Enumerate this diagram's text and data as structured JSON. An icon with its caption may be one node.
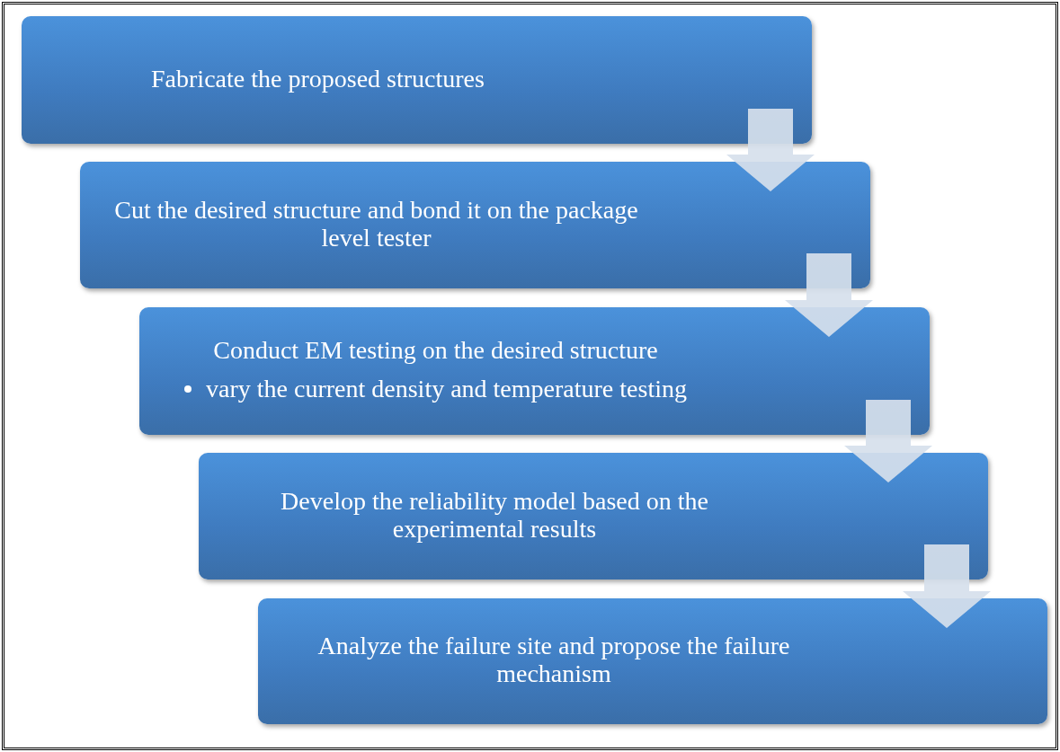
{
  "diagram": {
    "nodes": [
      {
        "text": [
          "Fabricate the proposed structures"
        ]
      },
      {
        "text": [
          "Cut the desired structure and bond it on the package level tester"
        ]
      },
      {
        "text": [
          "Conduct EM testing on the desired structure",
          "vary the current density and temperature testing"
        ]
      },
      {
        "text": [
          "Develop the reliability model based on the experimental results"
        ]
      },
      {
        "text": [
          "Analyze the failure site and propose the failure mechanism"
        ]
      }
    ],
    "edges": [
      {
        "from": 0,
        "to": 1,
        "arrow": "to"
      },
      {
        "from": 1,
        "to": 2,
        "arrow": "to"
      },
      {
        "from": 2,
        "to": 3,
        "arrow": "to"
      },
      {
        "from": 3,
        "to": 4,
        "arrow": "to"
      }
    ]
  }
}
